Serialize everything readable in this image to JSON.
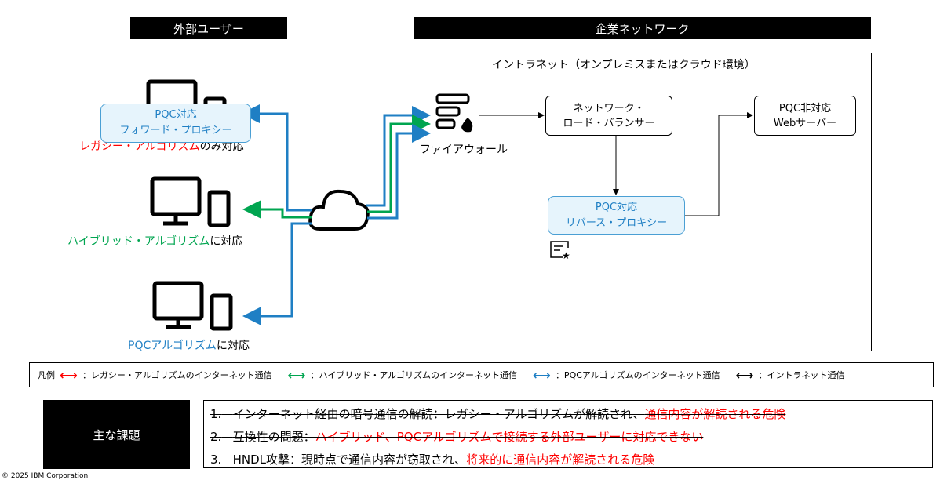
{
  "headers": {
    "external": "外部ユーザー",
    "corporate": "企業ネットワーク"
  },
  "intranet": {
    "title": "イントラネット（オンプレミスまたはクラウド環境）",
    "firewall": "ファイアウォール",
    "nlb": [
      "ネットワーク・",
      "ロード・バランサー"
    ],
    "web": [
      "PQC非対応",
      "Webサーバー"
    ],
    "reverse_proxy": [
      "PQC対応",
      "リバース・プロキシー"
    ]
  },
  "users": [
    {
      "proxy": [
        "PQC対応",
        "フォワード・プロキシー"
      ],
      "label_colored": "レガシー・アルゴリズム",
      "label_rest": "のみ対応",
      "color": "#ff0000"
    },
    {
      "label_colored": "ハイブリッド・アルゴリズム",
      "label_rest": "に対応",
      "color": "#00a550"
    },
    {
      "label_colored": "PQCアルゴリズム",
      "label_rest": "に対応",
      "color": "#1f7fc4"
    }
  ],
  "legend": {
    "title": "凡例",
    "items": [
      {
        "label": "：レガシー・アルゴリズムのインターネット通信",
        "color": "#ff0000"
      },
      {
        "label": "：ハイブリッド・アルゴリズムのインターネット通信",
        "color": "#00a550"
      },
      {
        "label": "：PQCアルゴリズムのインターネット通信",
        "color": "#1f7fc4"
      },
      {
        "label": "：イントラネット通信",
        "color": "#000000"
      }
    ]
  },
  "issues": {
    "title": "主な課題",
    "items": [
      {
        "num": "1.",
        "text": "インターネット経由の暗号通信の解読：レガシー・アルゴリズムが解読され、",
        "red": "通信内容が解読される危険"
      },
      {
        "num": "2.",
        "text": "互換性の問題：",
        "red": "ハイブリッド、PQCアルゴリズムで接続する外部ユーザーに対応できない"
      },
      {
        "num": "3.",
        "text": "HNDL攻撃：現時点で通信内容が窃取され、",
        "red": "将来的に通信内容が解読される危険"
      }
    ]
  },
  "footer": "© 2025 IBM Corporation"
}
